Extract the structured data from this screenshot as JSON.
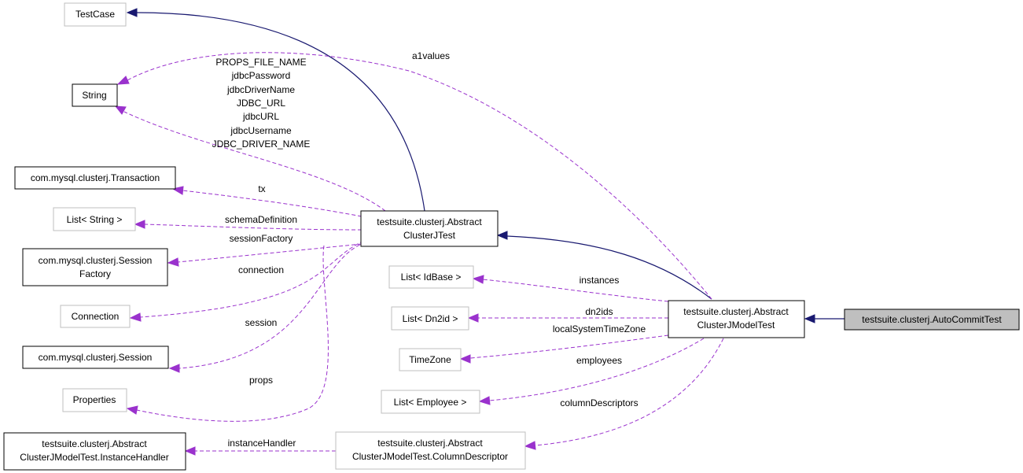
{
  "diagram": {
    "colors": {
      "inheritance_edge": "#191970",
      "usage_edge": "#9a32cd",
      "highlighted_node_fill": "#bfbfbf",
      "node_border_documented": "#000000",
      "node_border_external": "#bfbfbf"
    },
    "nodes": {
      "testcase": [
        "TestCase"
      ],
      "string": [
        "String"
      ],
      "transaction": [
        "com.mysql.clusterj.Transaction"
      ],
      "list_string": [
        "List< String >"
      ],
      "session_factory": [
        "com.mysql.clusterj.Session",
        "Factory"
      ],
      "connection": [
        "Connection"
      ],
      "session": [
        "com.mysql.clusterj.Session"
      ],
      "properties": [
        "Properties"
      ],
      "instance_handler": [
        "testsuite.clusterj.Abstract",
        "ClusterJModelTest.InstanceHandler"
      ],
      "abstract_clusterj_test": [
        "testsuite.clusterj.Abstract",
        "ClusterJTest"
      ],
      "list_idbase": [
        "List< IdBase >"
      ],
      "list_dn2id": [
        "List< Dn2id >"
      ],
      "timezone": [
        "TimeZone"
      ],
      "list_employee": [
        "List< Employee >"
      ],
      "column_descriptor": [
        "testsuite.clusterj.Abstract",
        "ClusterJModelTest.ColumnDescriptor"
      ],
      "abstract_clusterj_model_test": [
        "testsuite.clusterj.Abstract",
        "ClusterJModelTest"
      ],
      "auto_commit_test": [
        "testsuite.clusterj.AutoCommitTest"
      ]
    },
    "edge_labels": {
      "a1values": "a1values",
      "string_fields": [
        "PROPS_FILE_NAME",
        "jdbcPassword",
        "jdbcDriverName",
        "JDBC_URL",
        "jdbcURL",
        "jdbcUsername",
        "JDBC_DRIVER_NAME"
      ],
      "tx": "tx",
      "schema_definition": "schemaDefinition",
      "session_factory": "sessionFactory",
      "connection": "connection",
      "session": "session",
      "props": "props",
      "instances": "instances",
      "dn2ids": "dn2ids",
      "local_system_time_zone": "localSystemTimeZone",
      "employees": "employees",
      "column_descriptors": "columnDescriptors",
      "instance_handler": "instanceHandler"
    }
  }
}
